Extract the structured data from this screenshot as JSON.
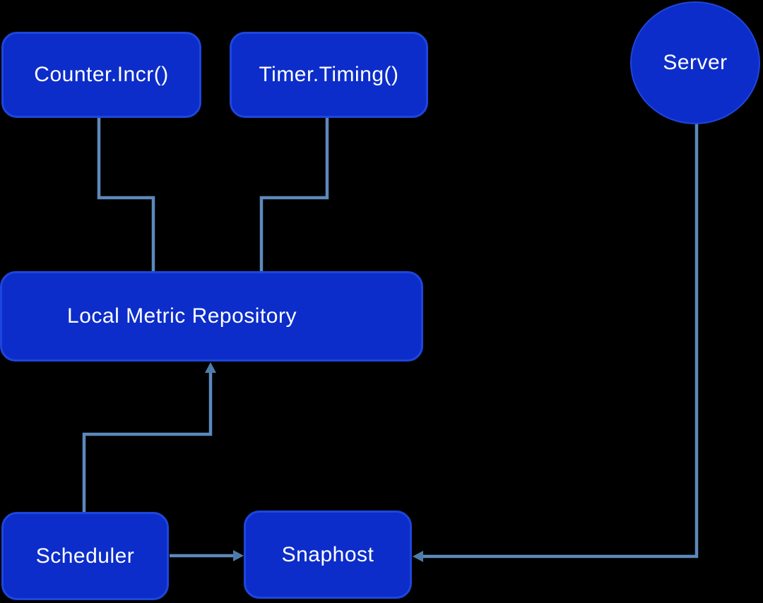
{
  "diagram": {
    "title": "Metrics collection architecture diagram",
    "background_color": "#000000",
    "node_fill_color": "#0c2dc9",
    "node_border_color": "#1e46dc",
    "connector_color": "#5d89bb",
    "arrowhead_color": "#4d7cab",
    "text_color": "#ffffff",
    "nodes": {
      "counter": {
        "label": "Counter.Incr()",
        "shape": "rounded-rect"
      },
      "timer": {
        "label": "Timer.Timing()",
        "shape": "rounded-rect"
      },
      "server": {
        "label": "Server",
        "shape": "circle"
      },
      "repository": {
        "label": "Local Metric Repository",
        "shape": "rounded-rect"
      },
      "scheduler": {
        "label": "Scheduler",
        "shape": "rounded-rect"
      },
      "snapshot": {
        "label": "Snaphost",
        "shape": "rounded-rect"
      }
    },
    "edges": [
      {
        "from": "counter",
        "to": "repository",
        "arrow": false
      },
      {
        "from": "timer",
        "to": "repository",
        "arrow": false
      },
      {
        "from": "scheduler",
        "to": "repository",
        "arrow": true
      },
      {
        "from": "scheduler",
        "to": "snapshot",
        "arrow": true
      },
      {
        "from": "server",
        "to": "snapshot",
        "arrow": true
      }
    ]
  }
}
